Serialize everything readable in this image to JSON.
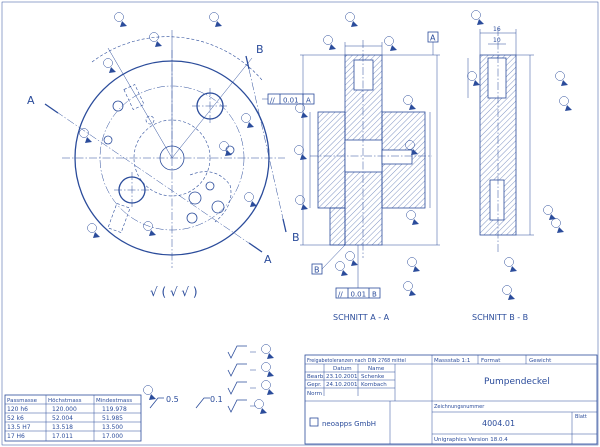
{
  "colors": {
    "line": "#2b4c9b",
    "background": "#ffffff"
  },
  "front_view": {
    "section_a_start": "A",
    "section_a_end": "A",
    "section_b_start": "B",
    "section_b_end": "B",
    "surface_finish_note": "√ ( √ √ )",
    "parallelism_symbol": "//",
    "parallelism_value": "0.01",
    "parallelism_datum": "A"
  },
  "section_aa": {
    "title": "SCHNITT A - A",
    "datum_a": "A",
    "datum_b": "B",
    "parallelism_symbol": "//",
    "parallelism_value": "0.01",
    "parallelism_datum": "B"
  },
  "section_bb": {
    "title": "SCHNITT B - B",
    "dim_top": "16",
    "dim_second": "10"
  },
  "surface_notes": {
    "note_1_value": "0.5",
    "note_2_value": "0.1"
  },
  "tolerance_table": {
    "headers": [
      "Passmasse",
      "Höchstmass",
      "Mindestmass"
    ],
    "rows": [
      [
        "120 h6",
        "120.000",
        "119.978"
      ],
      [
        "52 k6",
        "52.004",
        "51.985"
      ],
      [
        "13.5 H7",
        "13.518",
        "13.500"
      ],
      [
        "17 H6",
        "17.011",
        "17.000"
      ]
    ]
  },
  "title_block": {
    "general_tolerances": "Freigabetoleranzen nach DIN 2768 mittel",
    "scale": "Massstab 1:1",
    "format": "Format",
    "weight": "Gewicht",
    "col_date": "Datum",
    "col_name": "Name",
    "row_drawn_label": "Bearb.",
    "row_drawn_date": "23.10.2001",
    "row_drawn_name": "Schenke",
    "row_checked_label": "Gepr.",
    "row_checked_date": "24.10.2001",
    "row_checked_name": "Kornbach",
    "row_norm_label": "Norm",
    "part_name": "Pumpendeckel",
    "drawing_number_label": "Zeichnungsnummer",
    "drawing_number": "4004.01",
    "company": "neoapps GmbH",
    "software": "Unigraphics Version 18.0.4",
    "sheet": "Blatt"
  }
}
